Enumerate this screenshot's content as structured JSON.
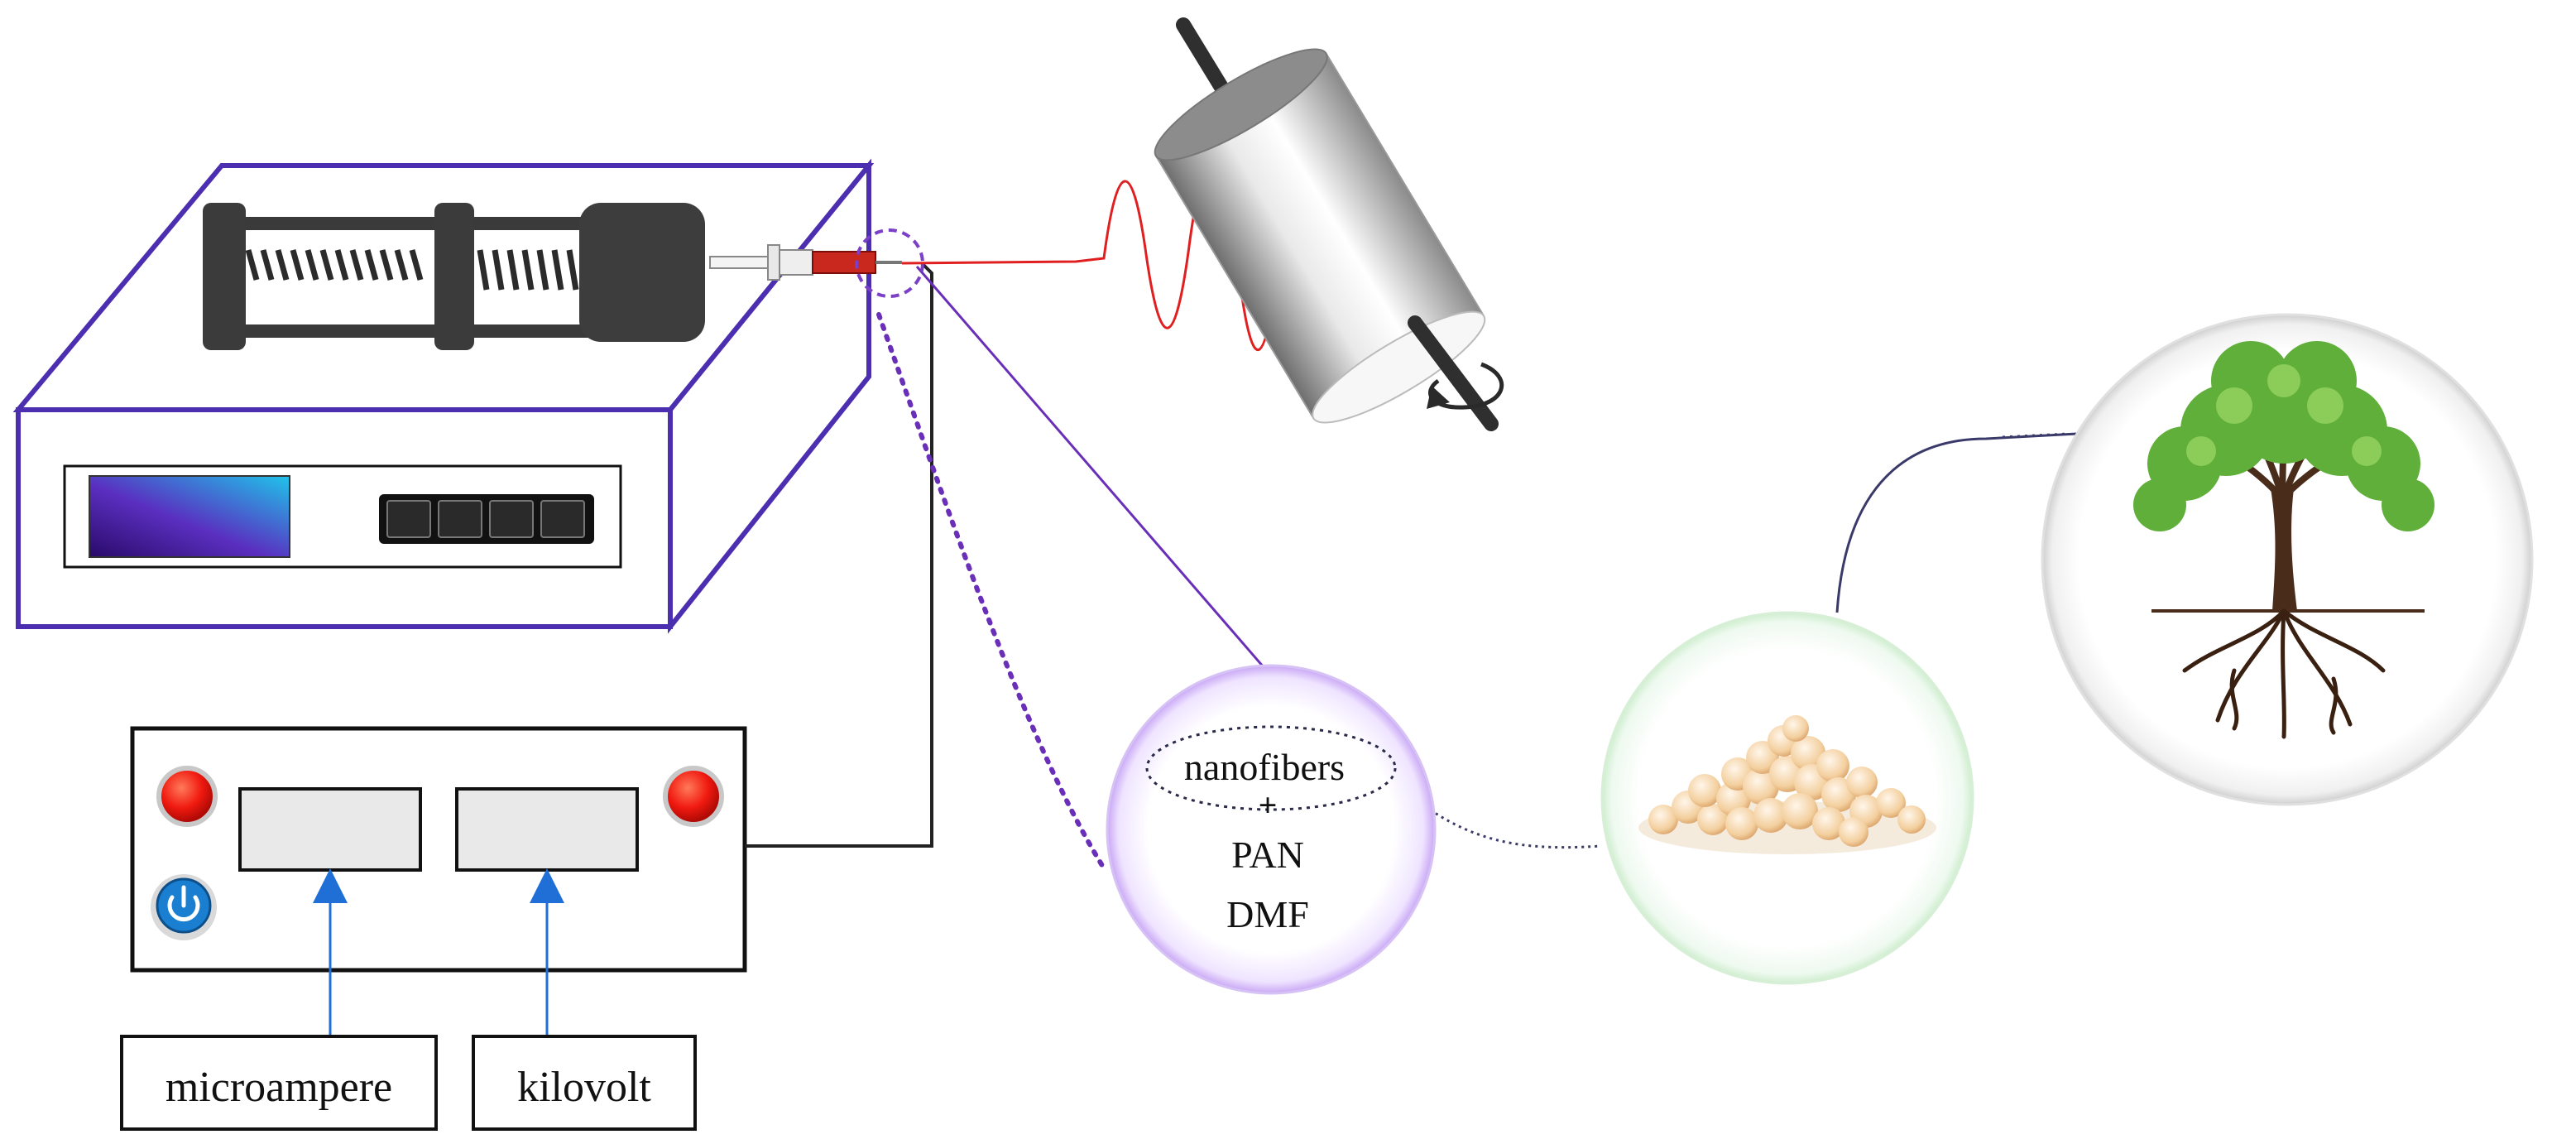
{
  "labels": {
    "microampere": "microampere",
    "kilovolt": "kilovolt",
    "nanofibers": "nanofibers",
    "plus": "+",
    "pan": "PAN",
    "dmf": "DMF"
  },
  "colors": {
    "pump_outline": "#4b2fb0",
    "panel_outline": "#111111",
    "cable": "#222222",
    "jet": "#e02020",
    "arrow": "#1f6fd6",
    "indicator_red": "#f01a10",
    "power_blue": "#1a7fd0",
    "dotted_link": "#6a2fb8",
    "bubble_purple": "#b58cf0",
    "bubble_green": "#bfe7c4",
    "bubble_grey": "#cccccc",
    "leaf_green": "#5faf3a",
    "trunk_brown": "#4a2c1a"
  },
  "icons": [
    "syringe-pump",
    "syringe",
    "rotating-collector",
    "rotation-arrow-icon",
    "power-button-icon",
    "indicator-light",
    "nanofiber-pellets",
    "tree-with-roots"
  ]
}
